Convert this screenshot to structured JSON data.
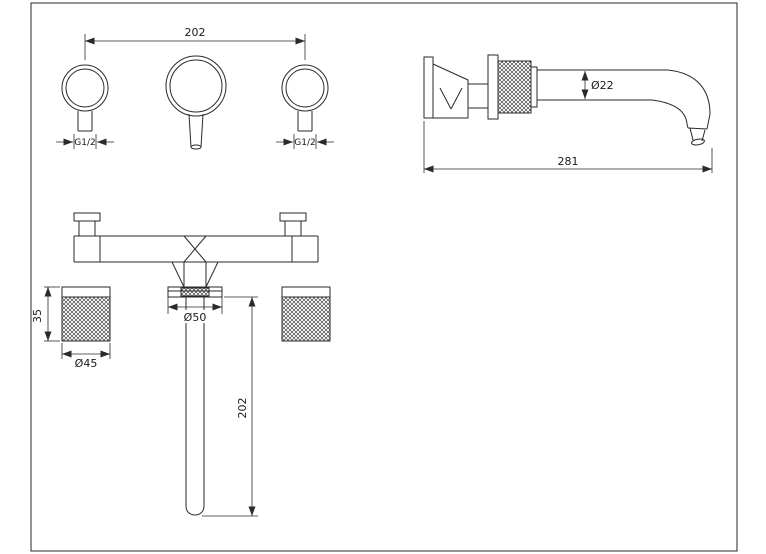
{
  "front_view": {
    "center_distance": "202",
    "left_thread": "G1/2",
    "right_thread": "G1/2"
  },
  "side_view": {
    "spout_diameter": "Ø22",
    "spout_reach": "281"
  },
  "bottom_view": {
    "handle_height": "35",
    "escutcheon_diameter": "Ø50",
    "handle_diameter": "Ø45",
    "spout_length": "202"
  },
  "colors": {
    "line": "#2a2a2a",
    "background": "#ffffff"
  }
}
